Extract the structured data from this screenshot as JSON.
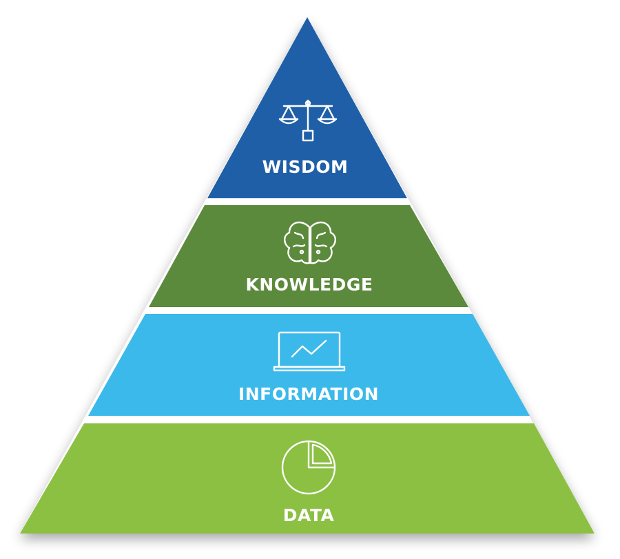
{
  "pyramid": {
    "tiers": [
      {
        "label": "WISDOM",
        "icon": "balance-scale-icon",
        "color": "#1f5fa8"
      },
      {
        "label": "KNOWLEDGE",
        "icon": "brain-icon",
        "color": "#5c8a3c"
      },
      {
        "label": "INFORMATION",
        "icon": "laptop-chart-icon",
        "color": "#3bb9ea"
      },
      {
        "label": "DATA",
        "icon": "pie-chart-icon",
        "color": "#8bc043"
      }
    ],
    "gap_color": "#ffffff"
  }
}
